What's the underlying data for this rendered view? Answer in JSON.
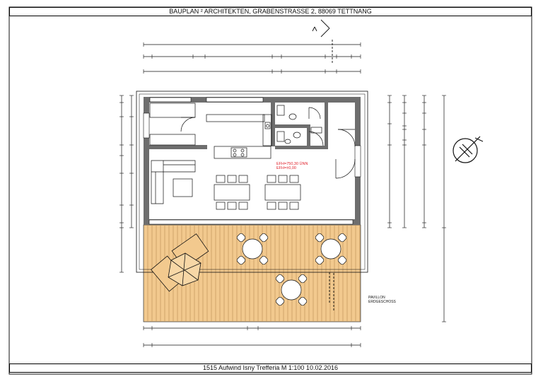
{
  "header": {
    "title": "BAUPLAN ² ARCHITEKTEN, GRABENSTRASSE 2, 88069 TETTNANG"
  },
  "footer": {
    "caption": "1515 Aufwind Isny Trefferia M 1:100 10.02.2016"
  },
  "plan": {
    "building_label_line1": "PAVILLON",
    "building_label_line2": "ERDGESCHOSS",
    "level_line1": "EFH=750,30 ÜNN",
    "level_line2": "EFH=±0,00",
    "colors": {
      "lines": "#111111",
      "walls": "#6e6e6e",
      "deck": "#f2c98e",
      "level_text": "#e0202a"
    },
    "icons": [
      "north-arrow-icon",
      "section-marker-icon"
    ]
  }
}
